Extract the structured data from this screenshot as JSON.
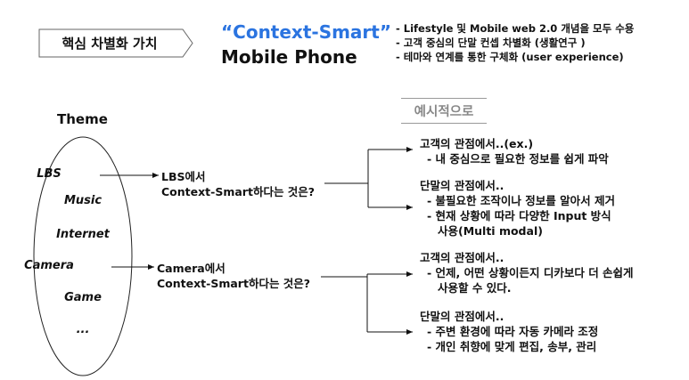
{
  "header": {
    "badge_label": "핵심 차별화 가치",
    "title_line1": "“Context-Smart”",
    "title_line2": "Mobile Phone",
    "bullets": [
      "- Lifestyle 및 Mobile web 2.0 개념을 모두 수용",
      "- 고객 중심의 단말 컨셉 차별화 (생활연구 )",
      "- 테마와 연계를 통한 구체화 (user experience)"
    ]
  },
  "theme": {
    "title": "Theme",
    "items": [
      "LBS",
      "Music",
      "Internet",
      "Camera",
      "Game",
      "..."
    ]
  },
  "example_label": "예시적으로",
  "questions": [
    {
      "line1": "LBS에서",
      "line2": "Context-Smart하다는 것은?"
    },
    {
      "line1": "Camera에서",
      "line2": "Context-Smart하다는 것은?"
    }
  ],
  "details": [
    {
      "customer_heading": "고객의 관점에서..(ex.)",
      "customer_points": [
        "- 내 중심으로 필요한 정보를 쉽게 파악"
      ],
      "device_heading": "단말의 관점에서..",
      "device_points": [
        "- 불필요한 조작이나 정보를 알아서 제거",
        "- 현재 상황에 따라 다양한 Input 방식"
      ],
      "device_continuation": "사용(Multi modal)"
    },
    {
      "customer_heading": "고객의 관점에서..",
      "customer_points": [
        "- 언제, 어떤 상황이든지 디카보다 더 손쉽게"
      ],
      "customer_continuation": "사용할 수 있다.",
      "device_heading": "단말의 관점에서..",
      "device_points": [
        "- 주변 환경에 따라 자동 카메라 조정",
        "- 개인 취향에 맞게 편집, 송부, 관리"
      ]
    }
  ],
  "colors": {
    "accent_blue": "#2b74e0",
    "example_gray": "#888888",
    "text": "#111111"
  }
}
